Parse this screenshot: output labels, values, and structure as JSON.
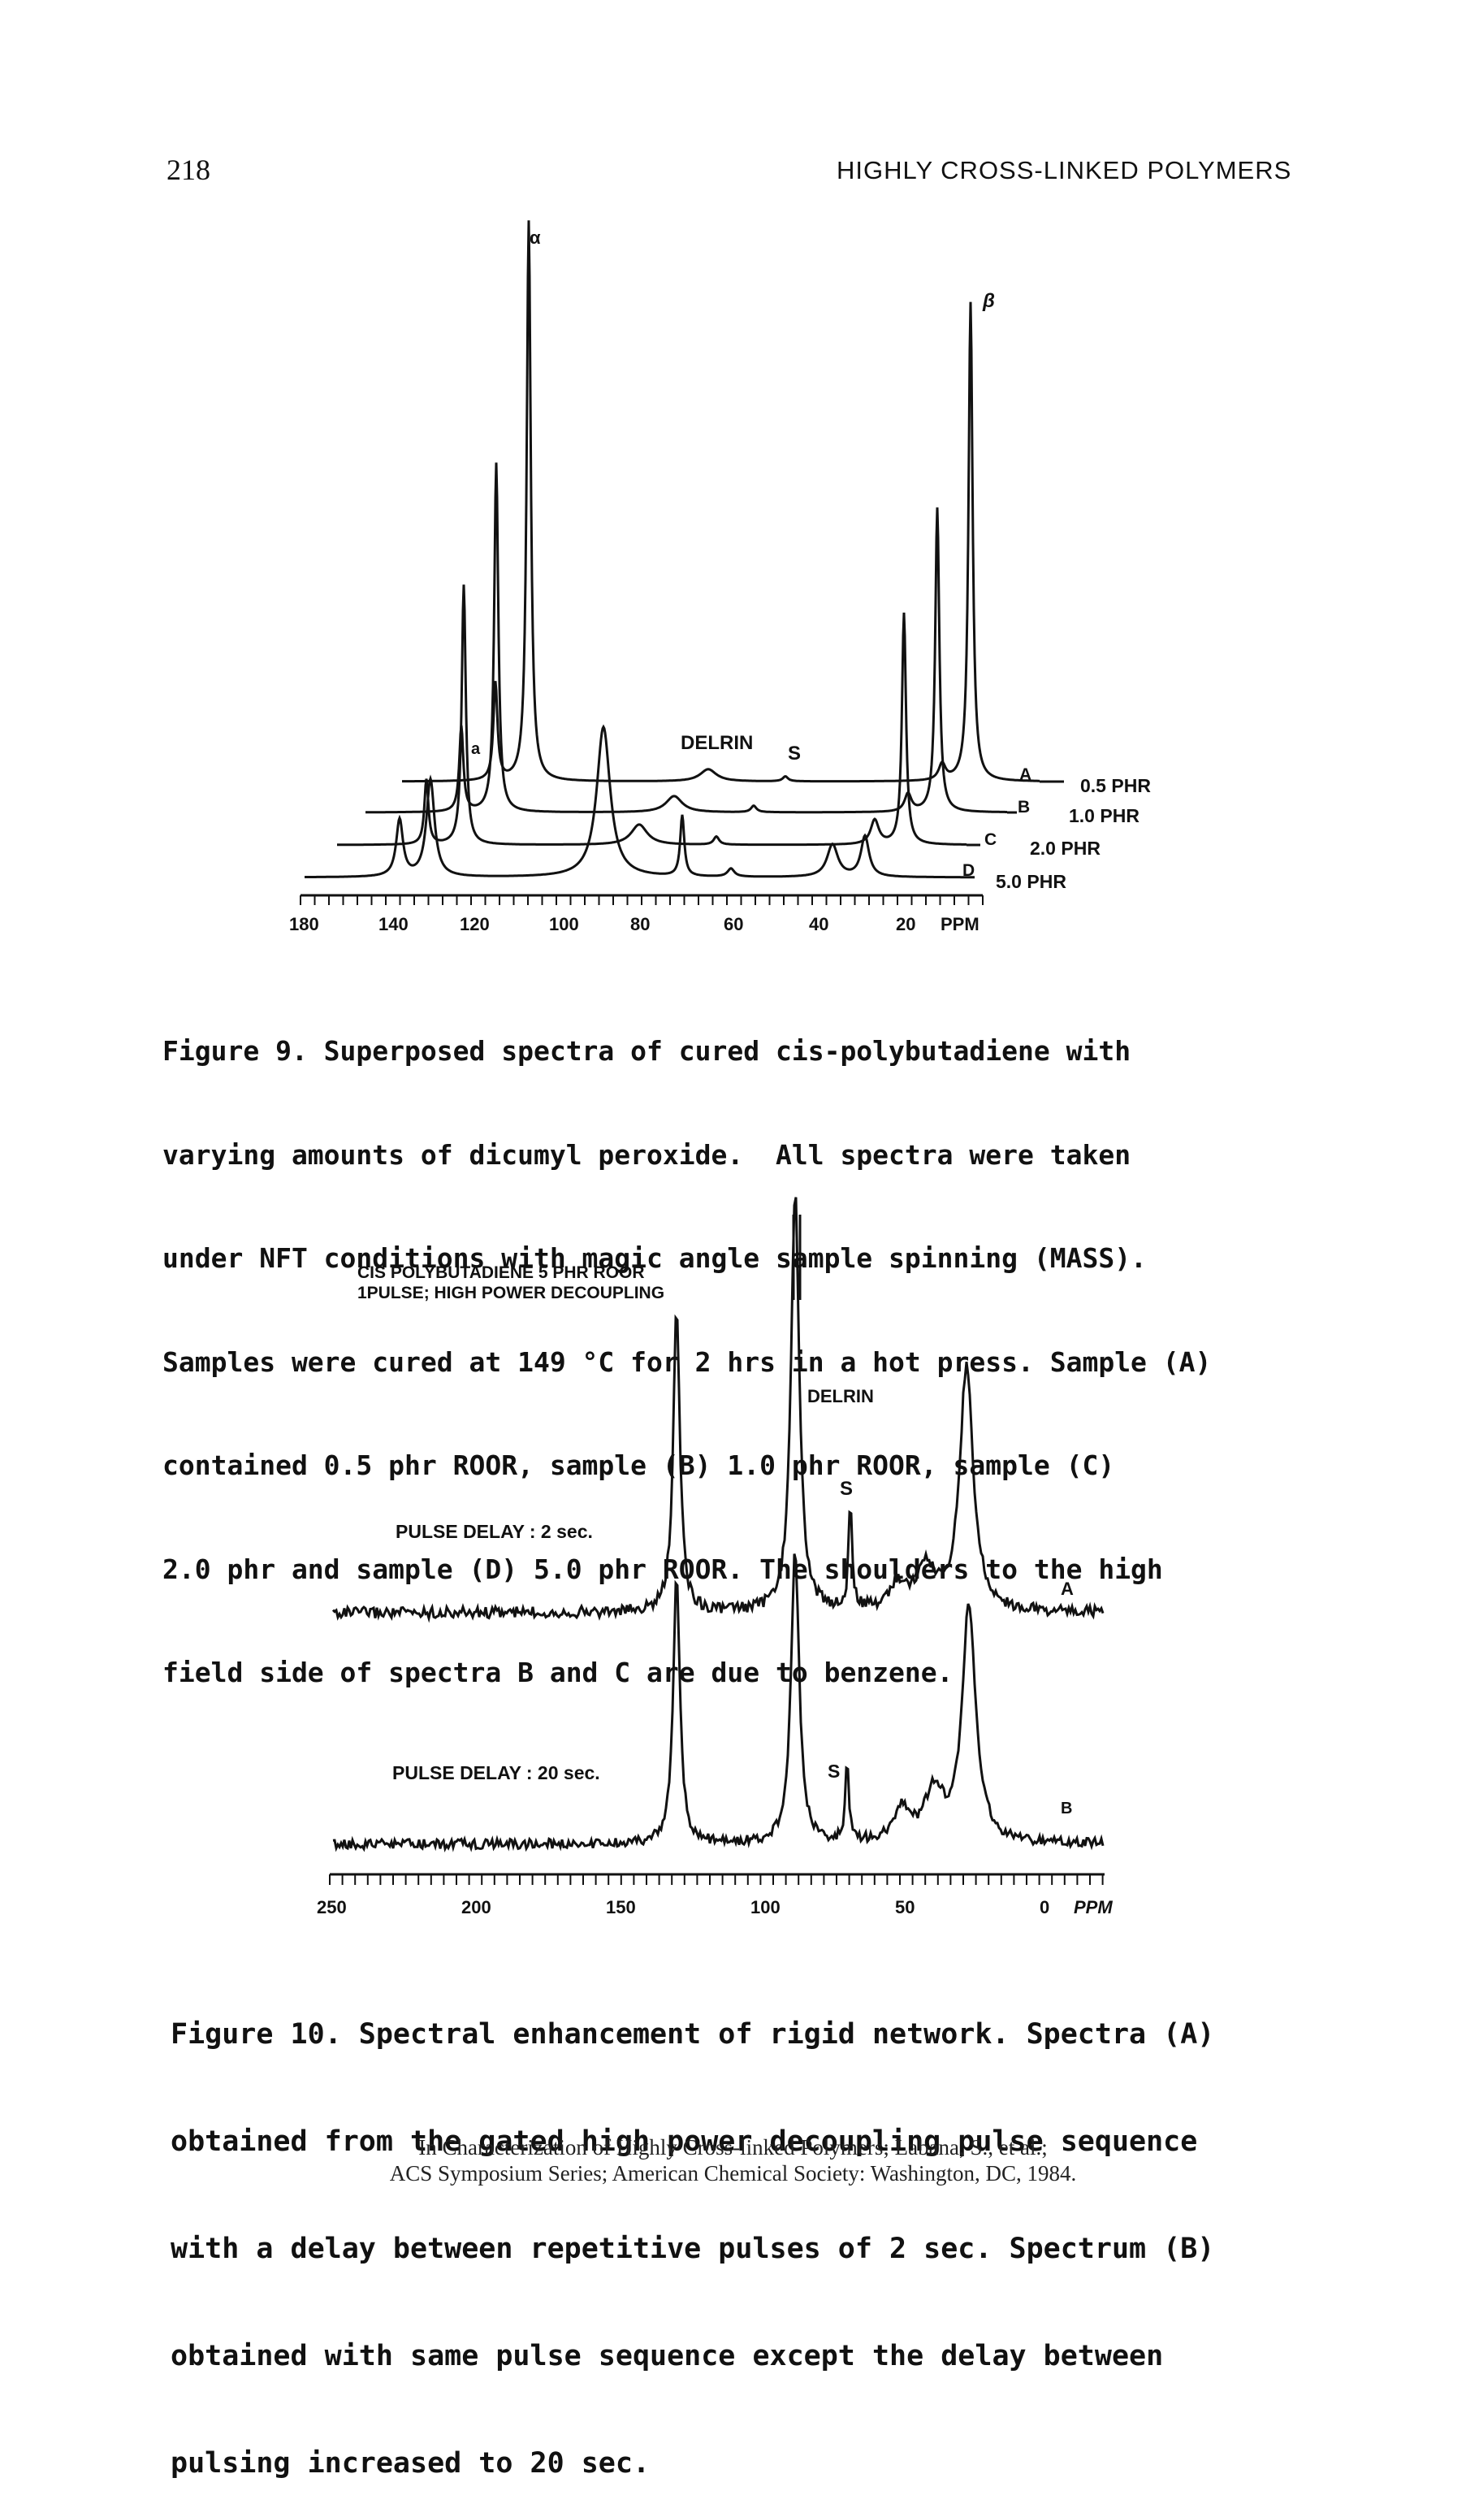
{
  "header": {
    "page_number": "218",
    "running_title": "HIGHLY CROSS-LINKED POLYMERS"
  },
  "figure9": {
    "peak_labels": {
      "alpha": "α",
      "beta": "β",
      "a": "a",
      "delrin": "DELRIN",
      "s": "S"
    },
    "spectra": [
      {
        "id": "A",
        "label": "0.5 PHR"
      },
      {
        "id": "B",
        "label": "1.0 PHR"
      },
      {
        "id": "C",
        "label": "2.0 PHR"
      },
      {
        "id": "D",
        "label": "5.0 PHR"
      }
    ],
    "axis_ticks": [
      "180",
      "140",
      "120",
      "100",
      "80",
      "60",
      "40",
      "20"
    ],
    "axis_unit": "PPM",
    "caption": [
      "Figure 9. Superposed spectra of cured cis-polybutadiene with",
      "varying amounts of dicumyl peroxide.  All spectra were taken",
      "under NFT conditions with magic angle sample spinning (MASS).",
      "Samples were cured at 149 °C for 2 hrs in a hot press. Sample (A)",
      "contained 0.5 phr ROOR, sample (B) 1.0 phr ROOR, sample (C)",
      "2.0 phr and sample (D) 5.0 phr ROOR. The shoulders to the high",
      "field side of spectra B and C are due to benzene."
    ]
  },
  "figure10": {
    "title_lines": [
      "CIS POLYBUTADIENE 5 PHR ROOR",
      "1PULSE; HIGH POWER DECOUPLING"
    ],
    "delrin_label": "DELRIN",
    "s_label": "S",
    "spectrum_a": {
      "delay_label": "PULSE DELAY : 2 sec.",
      "id": "A"
    },
    "spectrum_b": {
      "delay_label": "PULSE DELAY : 20 sec.",
      "id": "B"
    },
    "axis_ticks": [
      "250",
      "200",
      "150",
      "100",
      "50",
      "0"
    ],
    "axis_unit": "PPM",
    "caption": [
      "Figure 10. Spectral enhancement of rigid network. Spectra (A)",
      "obtained from the gated high power decoupling pulse sequence",
      "with a delay between repetitive pulses of 2 sec. Spectrum (B)",
      "obtained with same pulse sequence except the delay between",
      "pulsing increased to 20 sec."
    ]
  },
  "footer": {
    "line1": "In Characterization of Highly Cross-linked Polymers; Labana, S., et al.;",
    "line2": "ACS Symposium Series; American Chemical Society: Washington, DC, 1984."
  }
}
